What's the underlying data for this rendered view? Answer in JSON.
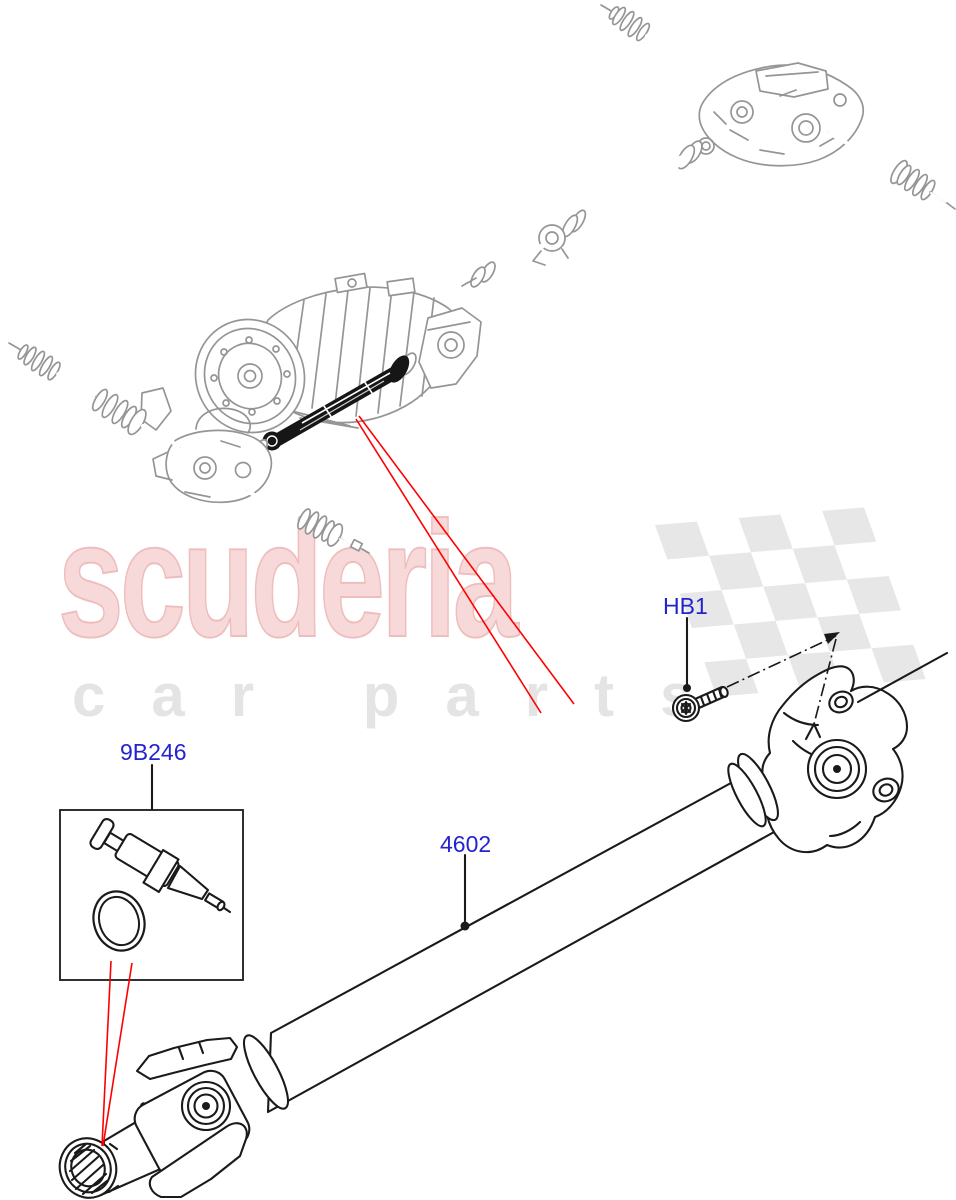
{
  "theme": {
    "page_bg": "#ffffff",
    "ink": "#1a1a1a",
    "overview_gray": "#959595",
    "label_blue": "#2424cf",
    "leader_red": "#fe0000",
    "flag_gray": "#e7e7e7",
    "brand_pink_fill": "#f7d9d9",
    "brand_pink_edge": "#efbdbd",
    "subtitle_gray": "#e4e4e4"
  },
  "watermark": {
    "brand": "scuderia",
    "subtitle": "car parts"
  },
  "parts_diagram": {
    "labels": {
      "hb1": {
        "text": "HB1"
      },
      "kit": {
        "text": "9B246"
      },
      "shaft": {
        "text": "4602"
      }
    }
  }
}
